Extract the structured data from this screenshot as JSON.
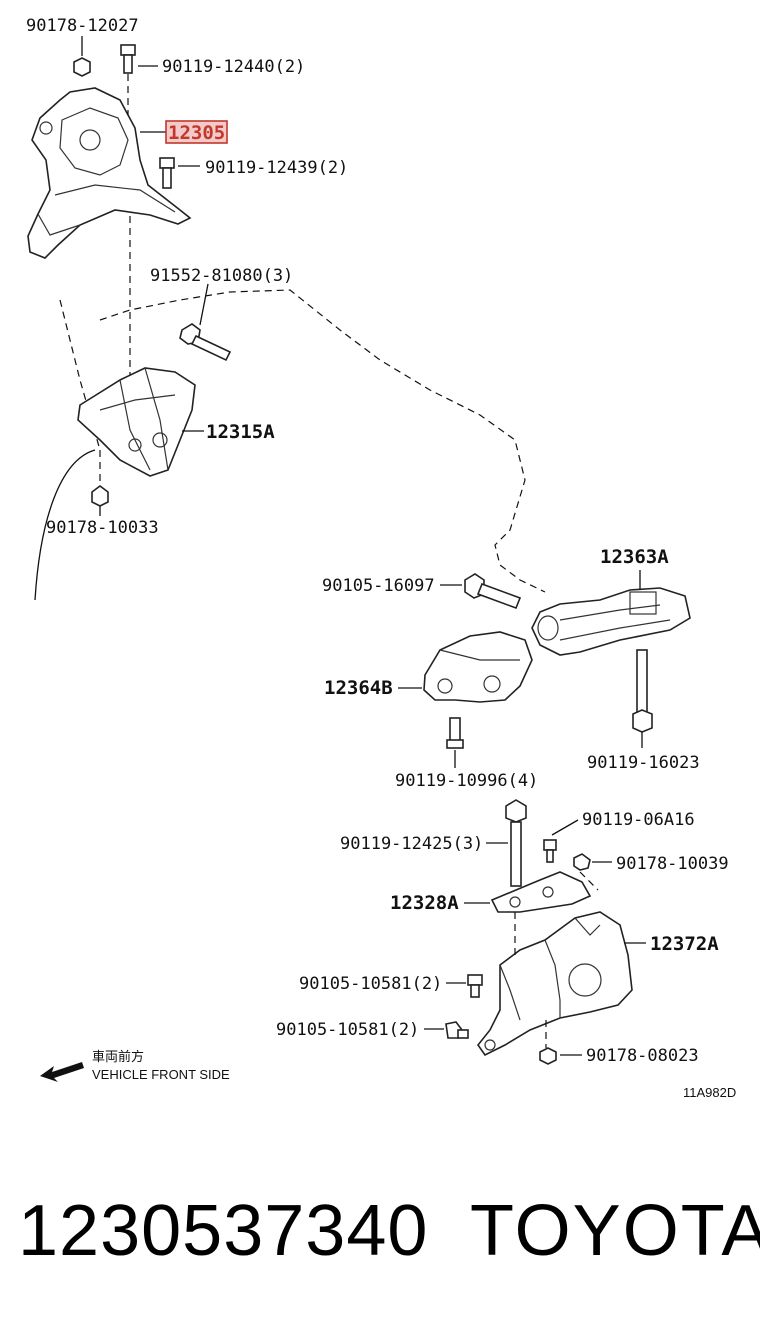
{
  "parts": {
    "p1": "90178-12027",
    "p2": "90119-12440(2)",
    "p3": "12305",
    "p4": "90119-12439(2)",
    "p5": "91552-81080(3)",
    "p6": "12315A",
    "p7": "90178-10033",
    "p8": "90105-16097",
    "p9": "12363A",
    "p10": "12364B",
    "p11": "90119-10996(4)",
    "p12": "90119-16023",
    "p13": "90119-12425(3)",
    "p14": "90119-06A16",
    "p15": "90178-10039",
    "p16": "12328A",
    "p17": "12372A",
    "p18": "90105-10581(2)",
    "p19": "90105-10581(2)",
    "p20": "90178-08023"
  },
  "front": {
    "jp": "車両前方",
    "en": "VEHICLE FRONT SIDE"
  },
  "diagram_code": "11A982D",
  "footer": {
    "part_number": "1230537340",
    "brand": "TOYOTA"
  },
  "colors": {
    "highlight": "#c0392b"
  }
}
